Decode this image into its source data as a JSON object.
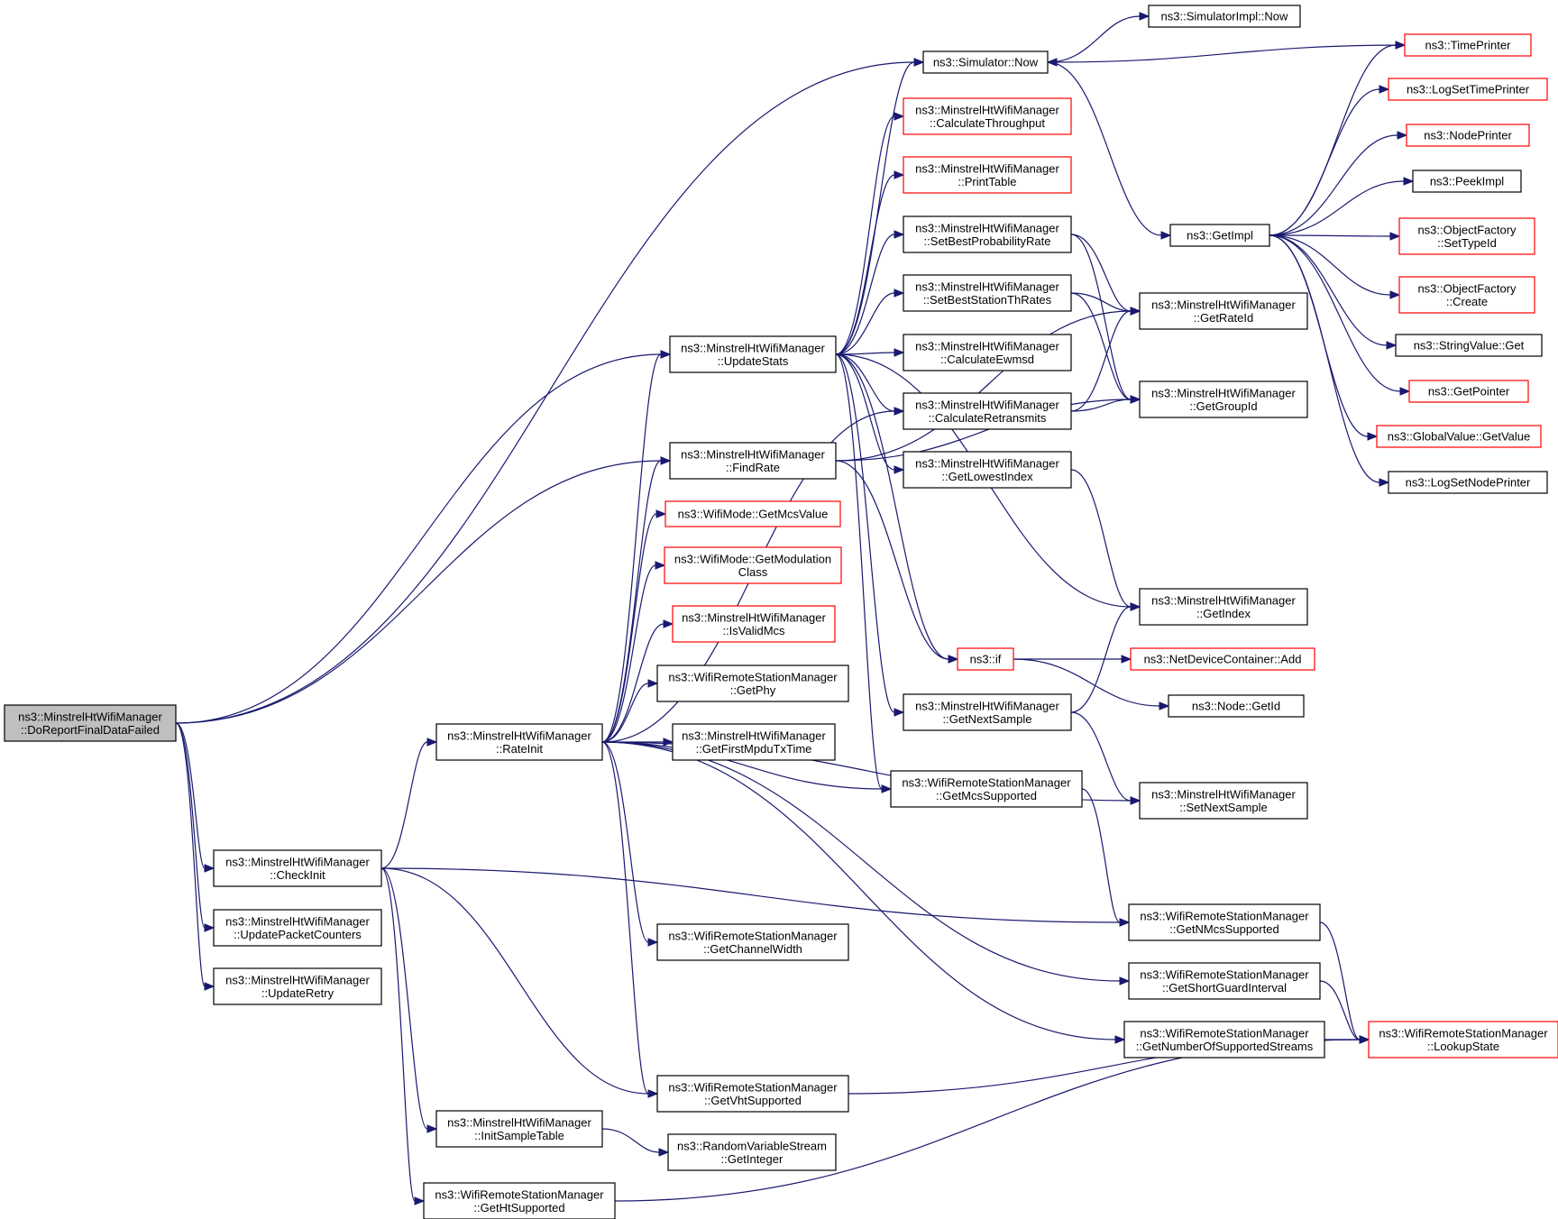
{
  "colors": {
    "edge": "#191970",
    "node_border": "#000000",
    "node_border_truncated": "#ff0000",
    "root_fill": "#bfbfbf"
  },
  "nodes": [
    {
      "id": "root",
      "lines": [
        "ns3::MinstrelHtWifiManager",
        "::DoReportFinalDataFailed"
      ],
      "style": "root"
    },
    {
      "id": "simnow",
      "lines": [
        "ns3::Simulator::Now"
      ],
      "style": "normal"
    },
    {
      "id": "simimplnow",
      "lines": [
        "ns3::SimulatorImpl::Now"
      ],
      "style": "normal"
    },
    {
      "id": "timeprinter",
      "lines": [
        "ns3::TimePrinter"
      ],
      "style": "red"
    },
    {
      "id": "logsettimeprinter",
      "lines": [
        "ns3::LogSetTimePrinter"
      ],
      "style": "red"
    },
    {
      "id": "nodeprinter",
      "lines": [
        "ns3::NodePrinter"
      ],
      "style": "red"
    },
    {
      "id": "peekimpl",
      "lines": [
        "ns3::PeekImpl"
      ],
      "style": "normal"
    },
    {
      "id": "ofsettypeid",
      "lines": [
        "ns3::ObjectFactory",
        "::SetTypeId"
      ],
      "style": "red"
    },
    {
      "id": "ofcreate",
      "lines": [
        "ns3::ObjectFactory",
        "::Create"
      ],
      "style": "red"
    },
    {
      "id": "stringvalueget",
      "lines": [
        "ns3::StringValue::Get"
      ],
      "style": "normal"
    },
    {
      "id": "getpointer",
      "lines": [
        "ns3::GetPointer"
      ],
      "style": "red"
    },
    {
      "id": "globalvalueget",
      "lines": [
        "ns3::GlobalValue::GetValue"
      ],
      "style": "red"
    },
    {
      "id": "logsetnodeprinter",
      "lines": [
        "ns3::LogSetNodePrinter"
      ],
      "style": "normal"
    },
    {
      "id": "getimpl",
      "lines": [
        "ns3::GetImpl"
      ],
      "style": "normal"
    },
    {
      "id": "calcthroughput",
      "lines": [
        "ns3::MinstrelHtWifiManager",
        "::CalculateThroughput"
      ],
      "style": "red"
    },
    {
      "id": "printtable",
      "lines": [
        "ns3::MinstrelHtWifiManager",
        "::PrintTable"
      ],
      "style": "red"
    },
    {
      "id": "setbestprob",
      "lines": [
        "ns3::MinstrelHtWifiManager",
        "::SetBestProbabilityRate"
      ],
      "style": "normal"
    },
    {
      "id": "setbeststation",
      "lines": [
        "ns3::MinstrelHtWifiManager",
        "::SetBestStationThRates"
      ],
      "style": "normal"
    },
    {
      "id": "calcewmsd",
      "lines": [
        "ns3::MinstrelHtWifiManager",
        "::CalculateEwmsd"
      ],
      "style": "normal"
    },
    {
      "id": "calcretrans",
      "lines": [
        "ns3::MinstrelHtWifiManager",
        "::CalculateRetransmits"
      ],
      "style": "normal"
    },
    {
      "id": "getlowestindex",
      "lines": [
        "ns3::MinstrelHtWifiManager",
        "::GetLowestIndex"
      ],
      "style": "normal"
    },
    {
      "id": "getrateid",
      "lines": [
        "ns3::MinstrelHtWifiManager",
        "::GetRateId"
      ],
      "style": "normal"
    },
    {
      "id": "getgroupid",
      "lines": [
        "ns3::MinstrelHtWifiManager",
        "::GetGroupId"
      ],
      "style": "normal"
    },
    {
      "id": "getindex",
      "lines": [
        "ns3::MinstrelHtWifiManager",
        "::GetIndex"
      ],
      "style": "normal"
    },
    {
      "id": "updatestats",
      "lines": [
        "ns3::MinstrelHtWifiManager",
        "::UpdateStats"
      ],
      "style": "normal"
    },
    {
      "id": "findrate",
      "lines": [
        "ns3::MinstrelHtWifiManager",
        "::FindRate"
      ],
      "style": "normal"
    },
    {
      "id": "getmcsvalue",
      "lines": [
        "ns3::WifiMode::GetMcsValue"
      ],
      "style": "red"
    },
    {
      "id": "getmodclass",
      "lines": [
        "ns3::WifiMode::GetModulation",
        "Class"
      ],
      "style": "red"
    },
    {
      "id": "isvalidmcs",
      "lines": [
        "ns3::MinstrelHtWifiManager",
        "::IsValidMcs"
      ],
      "style": "red"
    },
    {
      "id": "getphy",
      "lines": [
        "ns3::WifiRemoteStationManager",
        "::GetPhy"
      ],
      "style": "normal"
    },
    {
      "id": "getfirstmpdu",
      "lines": [
        "ns3::MinstrelHtWifiManager",
        "::GetFirstMpduTxTime"
      ],
      "style": "normal"
    },
    {
      "id": "rateinit",
      "lines": [
        "ns3::MinstrelHtWifiManager",
        "::RateInit"
      ],
      "style": "normal"
    },
    {
      "id": "nsif",
      "lines": [
        "ns3::if"
      ],
      "style": "red"
    },
    {
      "id": "ndcadd",
      "lines": [
        "ns3::NetDeviceContainer::Add"
      ],
      "style": "red"
    },
    {
      "id": "nodegetid",
      "lines": [
        "ns3::Node::GetId"
      ],
      "style": "normal"
    },
    {
      "id": "getnextsample",
      "lines": [
        "ns3::MinstrelHtWifiManager",
        "::GetNextSample"
      ],
      "style": "normal"
    },
    {
      "id": "getmcssupported",
      "lines": [
        "ns3::WifiRemoteStationManager",
        "::GetMcsSupported"
      ],
      "style": "normal"
    },
    {
      "id": "setnextsample",
      "lines": [
        "ns3::MinstrelHtWifiManager",
        "::SetNextSample"
      ],
      "style": "normal"
    },
    {
      "id": "checkinit",
      "lines": [
        "ns3::MinstrelHtWifiManager",
        "::CheckInit"
      ],
      "style": "normal"
    },
    {
      "id": "updatepacket",
      "lines": [
        "ns3::MinstrelHtWifiManager",
        "::UpdatePacketCounters"
      ],
      "style": "normal"
    },
    {
      "id": "updateretry",
      "lines": [
        "ns3::MinstrelHtWifiManager",
        "::UpdateRetry"
      ],
      "style": "normal"
    },
    {
      "id": "getchannelwidth",
      "lines": [
        "ns3::WifiRemoteStationManager",
        "::GetChannelWidth"
      ],
      "style": "normal"
    },
    {
      "id": "getnmcs",
      "lines": [
        "ns3::WifiRemoteStationManager",
        "::GetNMcsSupported"
      ],
      "style": "normal"
    },
    {
      "id": "getsgi",
      "lines": [
        "ns3::WifiRemoteStationManager",
        "::GetShortGuardInterval"
      ],
      "style": "normal"
    },
    {
      "id": "getnss",
      "lines": [
        "ns3::WifiRemoteStationManager",
        "::GetNumberOfSupportedStreams"
      ],
      "style": "normal"
    },
    {
      "id": "lookupstate",
      "lines": [
        "ns3::WifiRemoteStationManager",
        "::LookupState"
      ],
      "style": "red"
    },
    {
      "id": "getvht",
      "lines": [
        "ns3::WifiRemoteStationManager",
        "::GetVhtSupported"
      ],
      "style": "normal"
    },
    {
      "id": "initsample",
      "lines": [
        "ns3::MinstrelHtWifiManager",
        "::InitSampleTable"
      ],
      "style": "normal"
    },
    {
      "id": "rvsgetint",
      "lines": [
        "ns3::RandomVariableStream",
        "::GetInteger"
      ],
      "style": "normal"
    },
    {
      "id": "getht",
      "lines": [
        "ns3::WifiRemoteStationManager",
        "::GetHtSupported"
      ],
      "style": "normal"
    }
  ],
  "edges": [
    [
      "root",
      "simnow"
    ],
    [
      "root",
      "updatestats"
    ],
    [
      "root",
      "findrate"
    ],
    [
      "root",
      "checkinit"
    ],
    [
      "root",
      "updatepacket"
    ],
    [
      "root",
      "updateretry"
    ],
    [
      "simnow",
      "simimplnow"
    ],
    [
      "simnow",
      "getimpl"
    ],
    [
      "timeprinter",
      "simnow"
    ],
    [
      "getimpl",
      "timeprinter"
    ],
    [
      "getimpl",
      "logsettimeprinter"
    ],
    [
      "getimpl",
      "nodeprinter"
    ],
    [
      "getimpl",
      "peekimpl"
    ],
    [
      "getimpl",
      "ofsettypeid"
    ],
    [
      "getimpl",
      "ofcreate"
    ],
    [
      "getimpl",
      "stringvalueget"
    ],
    [
      "getimpl",
      "getpointer"
    ],
    [
      "getimpl",
      "globalvalueget"
    ],
    [
      "getimpl",
      "logsetnodeprinter"
    ],
    [
      "updatestats",
      "simnow"
    ],
    [
      "updatestats",
      "calcthroughput"
    ],
    [
      "updatestats",
      "printtable"
    ],
    [
      "updatestats",
      "setbestprob"
    ],
    [
      "updatestats",
      "setbeststation"
    ],
    [
      "updatestats",
      "calcewmsd"
    ],
    [
      "updatestats",
      "calcretrans"
    ],
    [
      "updatestats",
      "getlowestindex"
    ],
    [
      "updatestats",
      "getindex"
    ],
    [
      "updatestats",
      "nsif"
    ],
    [
      "updatestats",
      "getnextsample"
    ],
    [
      "updatestats",
      "getmcssupported"
    ],
    [
      "setbestprob",
      "getrateid"
    ],
    [
      "setbestprob",
      "getgroupid"
    ],
    [
      "setbeststation",
      "getrateid"
    ],
    [
      "setbeststation",
      "getgroupid"
    ],
    [
      "calcretrans",
      "getrateid"
    ],
    [
      "calcretrans",
      "getgroupid"
    ],
    [
      "getlowestindex",
      "getindex"
    ],
    [
      "findrate",
      "getrateid"
    ],
    [
      "findrate",
      "getgroupid"
    ],
    [
      "findrate",
      "nsif"
    ],
    [
      "nsif",
      "ndcadd"
    ],
    [
      "nsif",
      "nodegetid"
    ],
    [
      "getnextsample",
      "getindex"
    ],
    [
      "getnextsample",
      "setnextsample"
    ],
    [
      "checkinit",
      "rateinit"
    ],
    [
      "checkinit",
      "getnmcs"
    ],
    [
      "checkinit",
      "getvht"
    ],
    [
      "checkinit",
      "initsample"
    ],
    [
      "checkinit",
      "getht"
    ],
    [
      "rateinit",
      "updatestats"
    ],
    [
      "rateinit",
      "findrate"
    ],
    [
      "rateinit",
      "getmcsvalue"
    ],
    [
      "rateinit",
      "getmodclass"
    ],
    [
      "rateinit",
      "isvalidmcs"
    ],
    [
      "rateinit",
      "getphy"
    ],
    [
      "rateinit",
      "getfirstmpdu"
    ],
    [
      "rateinit",
      "calcretrans"
    ],
    [
      "rateinit",
      "getmcssupported"
    ],
    [
      "rateinit",
      "setnextsample"
    ],
    [
      "rateinit",
      "getchannelwidth"
    ],
    [
      "rateinit",
      "getsgi"
    ],
    [
      "rateinit",
      "getnss"
    ],
    [
      "rateinit",
      "getvht"
    ],
    [
      "getmcssupported",
      "getnmcs"
    ],
    [
      "getnmcs",
      "lookupstate"
    ],
    [
      "getsgi",
      "lookupstate"
    ],
    [
      "getnss",
      "lookupstate"
    ],
    [
      "getvht",
      "lookupstate"
    ],
    [
      "getht",
      "lookupstate"
    ],
    [
      "initsample",
      "rvsgetint"
    ]
  ]
}
